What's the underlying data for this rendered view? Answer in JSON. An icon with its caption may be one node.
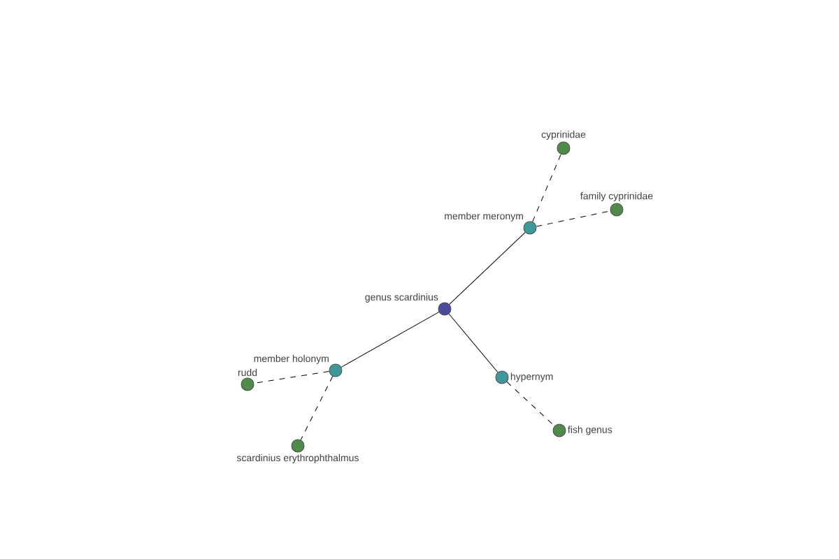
{
  "diagram": {
    "nodes": [
      {
        "text": [
          "genus scardinius"
        ]
      },
      {
        "text": [
          "member meronym"
        ]
      },
      {
        "text": [
          "cyprinidae"
        ]
      },
      {
        "text": [
          "family cyprinidae"
        ]
      },
      {
        "text": [
          "member holonym"
        ]
      },
      {
        "text": [
          "rudd"
        ]
      },
      {
        "text": [
          "scardinius erythrophthalmus"
        ]
      },
      {
        "text": [
          "hypernym"
        ]
      },
      {
        "text": [
          "fish genus"
        ]
      }
    ],
    "edges": [
      {
        "from": 0,
        "to": 1,
        "arrow": "none"
      },
      {
        "from": 0,
        "to": 4,
        "arrow": "none"
      },
      {
        "from": 0,
        "to": 7,
        "arrow": "none"
      },
      {
        "from": 1,
        "to": 2,
        "arrow": "none",
        "style": "dashed"
      },
      {
        "from": 1,
        "to": 3,
        "arrow": "none",
        "style": "dashed"
      },
      {
        "from": 4,
        "to": 5,
        "arrow": "none",
        "style": "dashed"
      },
      {
        "from": 4,
        "to": 6,
        "arrow": "none",
        "style": "dashed"
      },
      {
        "from": 7,
        "to": 8,
        "arrow": "none",
        "style": "dashed"
      }
    ]
  }
}
